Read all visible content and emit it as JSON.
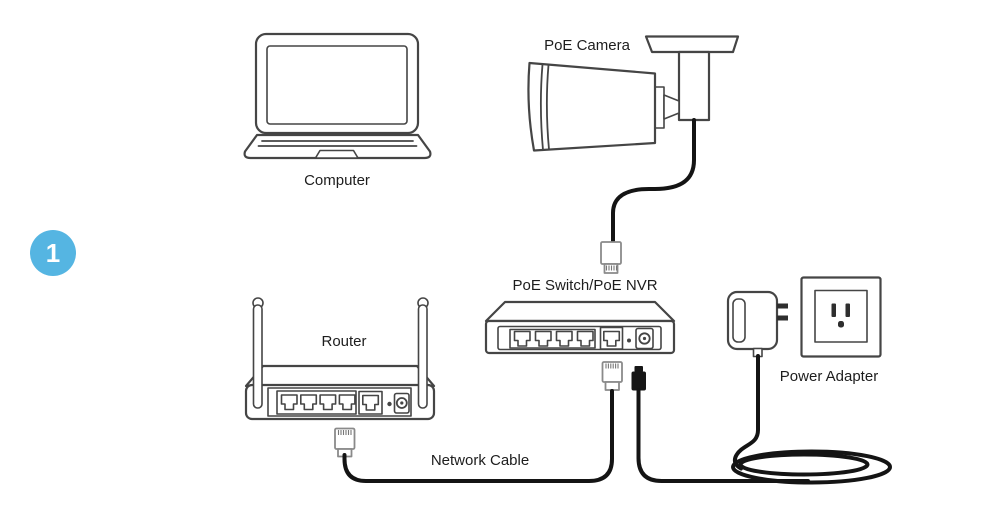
{
  "step_badge": {
    "number": "1",
    "color": "#55b5e2"
  },
  "devices": {
    "computer": {
      "label": "Computer"
    },
    "poe_camera": {
      "label": "PoE Camera"
    },
    "router": {
      "label": "Router"
    },
    "poe_switch": {
      "label": "PoE Switch/PoE NVR"
    },
    "power_adapter": {
      "label": "Power Adapter"
    }
  },
  "connections": {
    "network_cable": {
      "label": "Network Cable"
    }
  },
  "colors": {
    "badge_blue": "#55b5e2",
    "device_outline": "#454545",
    "cable_black": "#141414",
    "connector_gray": "#8a8a8a",
    "label_text": "#1d1d1d",
    "background": "#ffffff"
  }
}
